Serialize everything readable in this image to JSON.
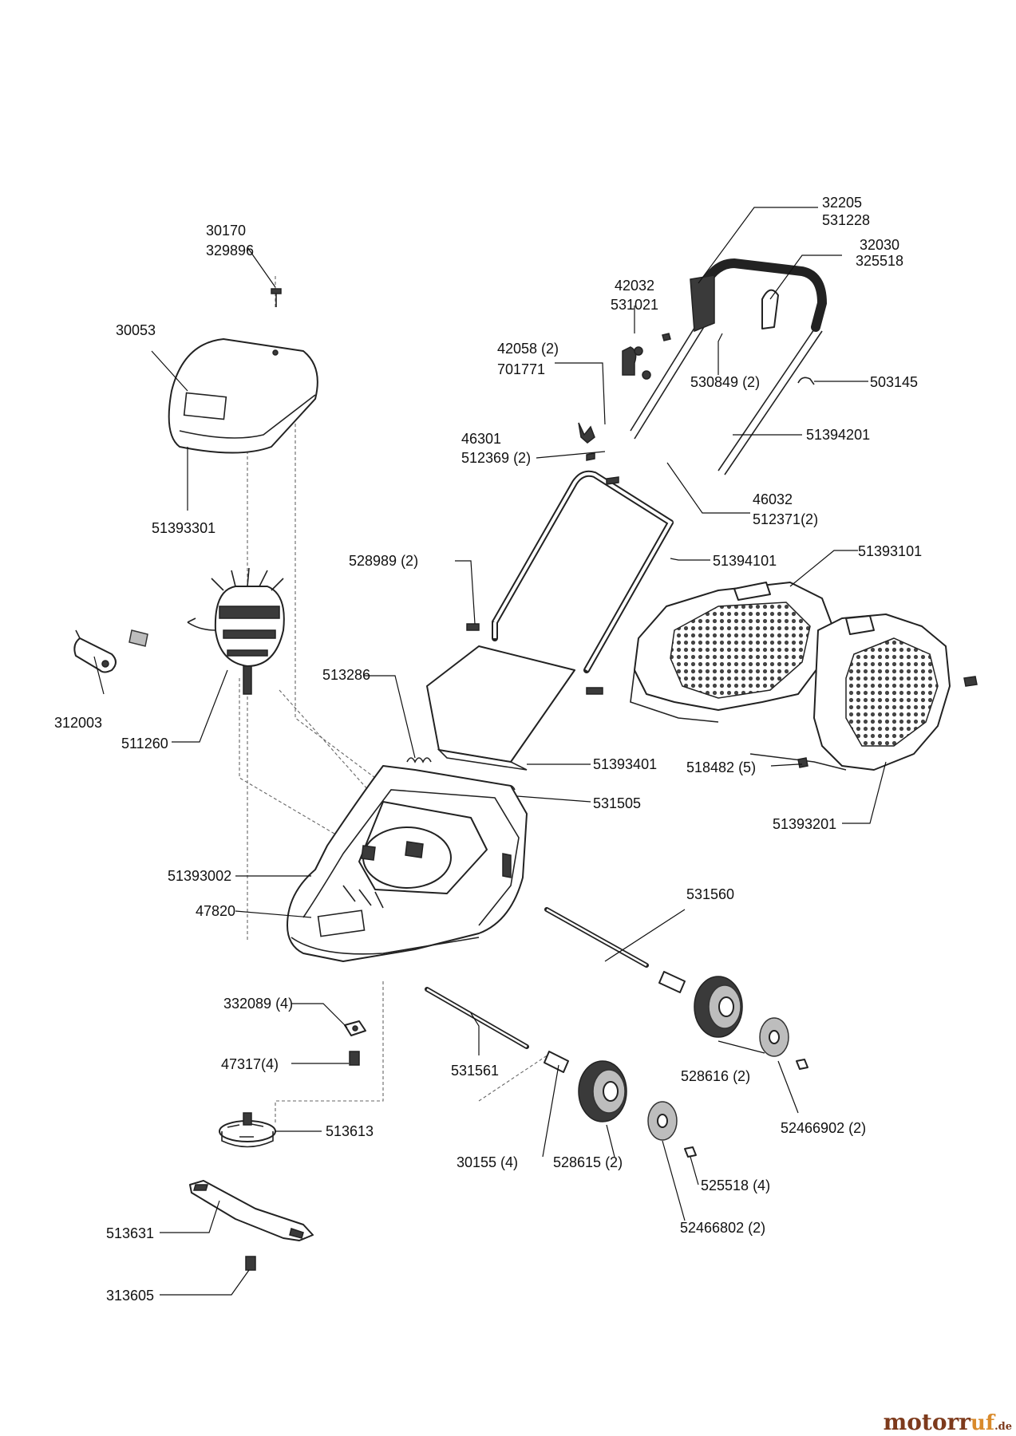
{
  "labels": [
    {
      "id": "p30170",
      "text": "30170"
    },
    {
      "id": "p329896",
      "text": "329896"
    },
    {
      "id": "p30053",
      "text": "30053"
    },
    {
      "id": "p51393301",
      "text": "51393301"
    },
    {
      "id": "p312003",
      "text": "312003"
    },
    {
      "id": "p511260",
      "text": "511260"
    },
    {
      "id": "p513286",
      "text": "513286"
    },
    {
      "id": "p51393401",
      "text": "51393401"
    },
    {
      "id": "p531505",
      "text": "531505"
    },
    {
      "id": "p51393002",
      "text": "51393002"
    },
    {
      "id": "p47820",
      "text": "47820"
    },
    {
      "id": "p332089",
      "text": "332089 (4)"
    },
    {
      "id": "p47317",
      "text": "47317(4)"
    },
    {
      "id": "p513613",
      "text": "513613"
    },
    {
      "id": "p513631",
      "text": "513631"
    },
    {
      "id": "p313605",
      "text": "313605"
    },
    {
      "id": "p32205",
      "text": "32205"
    },
    {
      "id": "p531228",
      "text": "531228"
    },
    {
      "id": "p32030",
      "text": "32030"
    },
    {
      "id": "p325518",
      "text": "325518"
    },
    {
      "id": "p42032",
      "text": "42032"
    },
    {
      "id": "p531021",
      "text": "531021"
    },
    {
      "id": "p42058",
      "text": "42058 (2)"
    },
    {
      "id": "p701771",
      "text": "701771"
    },
    {
      "id": "p530849",
      "text": "530849 (2)"
    },
    {
      "id": "p503145",
      "text": "503145"
    },
    {
      "id": "p46301",
      "text": "46301"
    },
    {
      "id": "p512369",
      "text": "512369 (2)"
    },
    {
      "id": "p51394201",
      "text": "51394201"
    },
    {
      "id": "p46032",
      "text": "46032"
    },
    {
      "id": "p512371",
      "text": "512371(2)"
    },
    {
      "id": "p528989",
      "text": "528989 (2)"
    },
    {
      "id": "p51394101",
      "text": "51394101"
    },
    {
      "id": "p51393101",
      "text": "51393101"
    },
    {
      "id": "p518482",
      "text": "518482 (5)"
    },
    {
      "id": "p51393201",
      "text": "51393201"
    },
    {
      "id": "p531560",
      "text": "531560"
    },
    {
      "id": "p531561",
      "text": "531561"
    },
    {
      "id": "p528616",
      "text": "528616 (2)"
    },
    {
      "id": "p52466902",
      "text": "52466902 (2)"
    },
    {
      "id": "p30155",
      "text": "30155 (4)"
    },
    {
      "id": "p528615",
      "text": "528615 (2)"
    },
    {
      "id": "p525518",
      "text": "525518 (4)"
    },
    {
      "id": "p52466802",
      "text": "52466802 (2)"
    }
  ],
  "watermark": {
    "brand_a": "motor",
    "brand_b": "uf",
    "brand_r": "r",
    "tld": ".de"
  }
}
